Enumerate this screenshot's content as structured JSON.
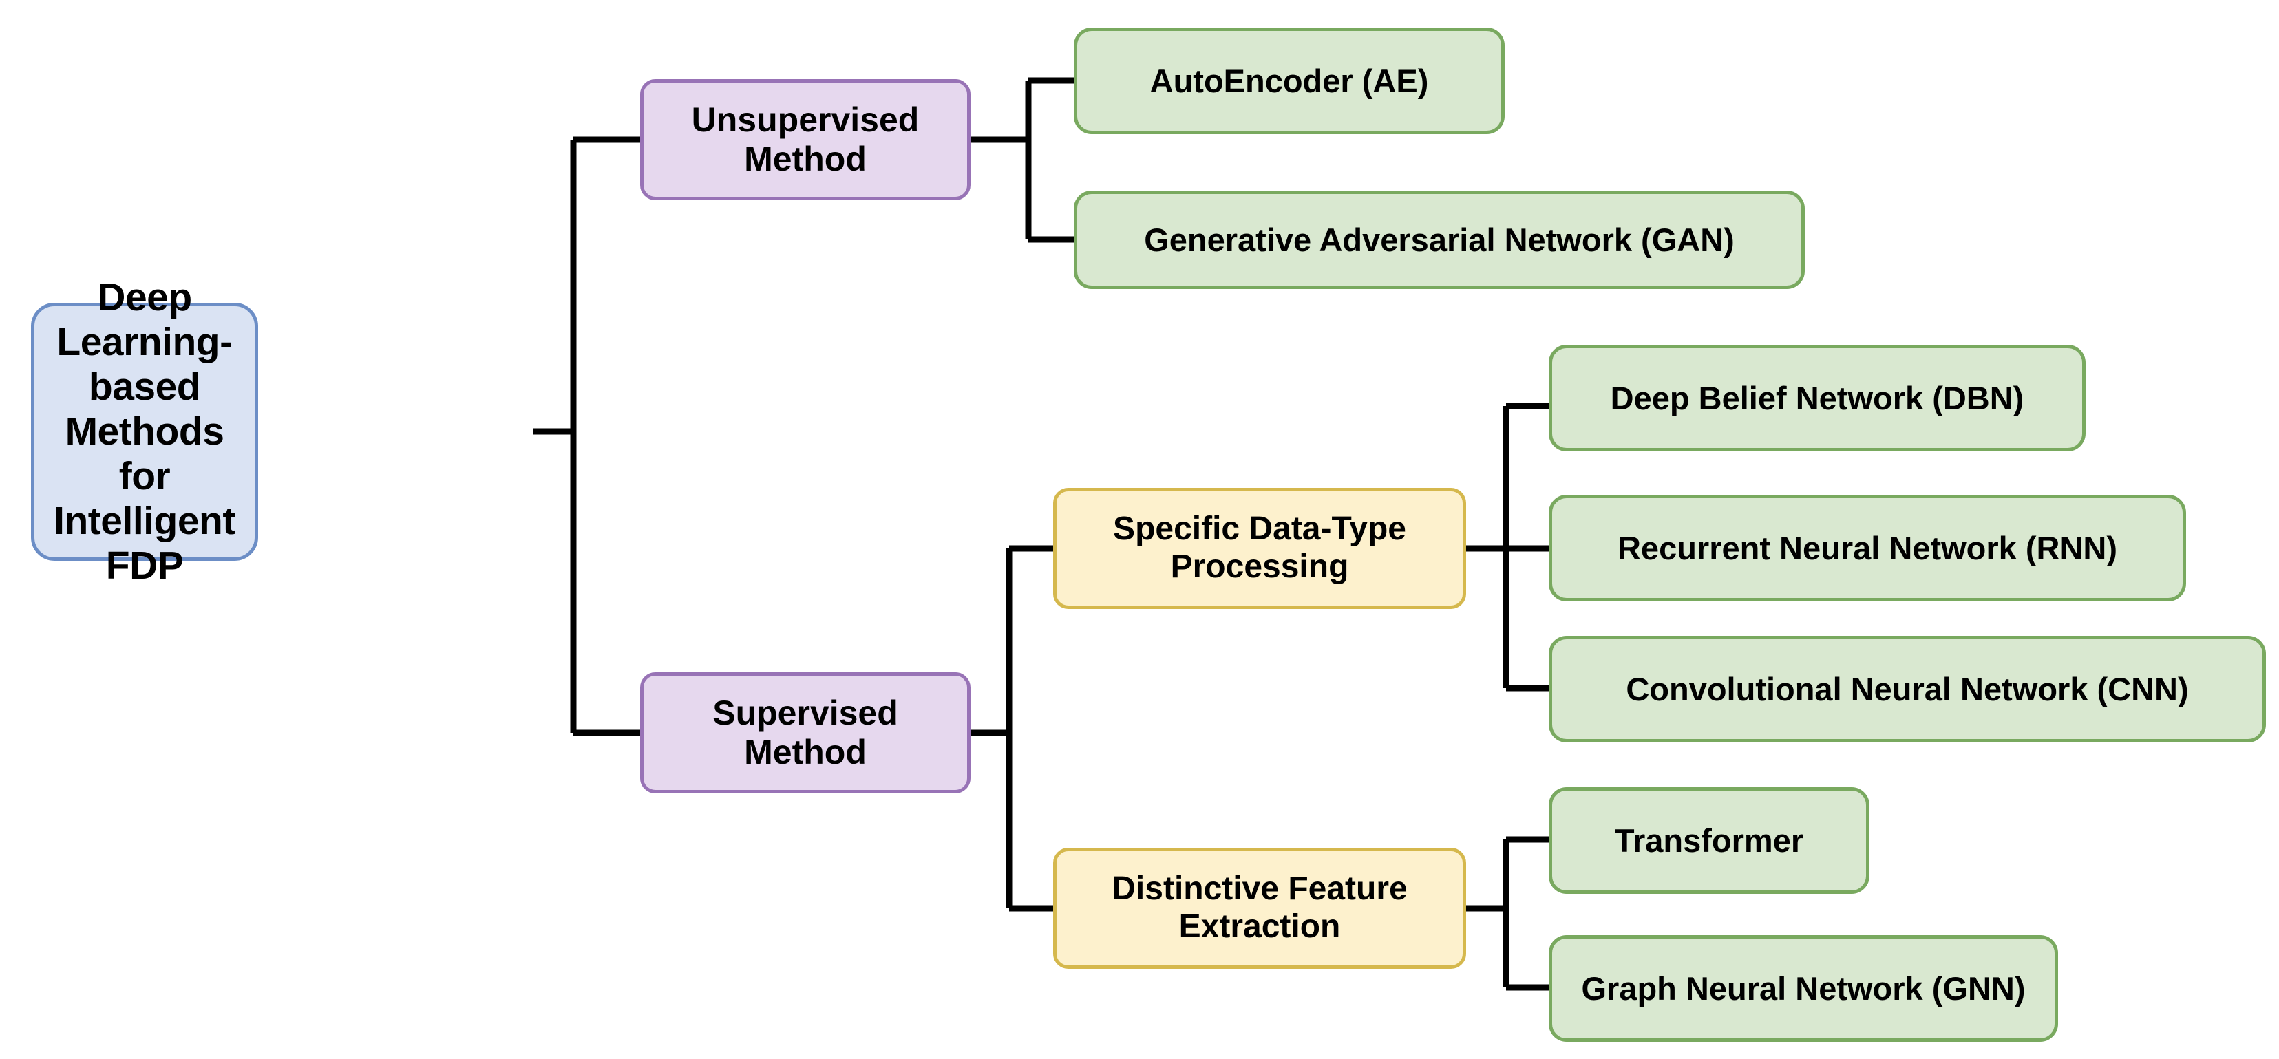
{
  "diagram": {
    "title_node": {
      "id": "root",
      "label": "Deep Learning-\nbased Methods for\nIntelligent FDP",
      "kind": "root",
      "fill": "#dae3f3",
      "stroke": "#6c8ec6"
    },
    "categories": [
      {
        "id": "unsupervised",
        "label": "Unsupervised\nMethod",
        "kind": "category",
        "fill": "#e6d8ee",
        "stroke": "#9873b6"
      },
      {
        "id": "supervised",
        "label": "Supervised\nMethod",
        "kind": "category",
        "fill": "#e6d8ee",
        "stroke": "#9873b6"
      }
    ],
    "subcategories": [
      {
        "id": "specific-data-type",
        "label": "Specific Data-Type\nProcessing",
        "kind": "subcategory",
        "fill": "#fdf1cd",
        "stroke": "#d5b84d"
      },
      {
        "id": "distinctive-feature",
        "label": "Distinctive Feature\nExtraction",
        "kind": "subcategory",
        "fill": "#fdf1cd",
        "stroke": "#d5b84d"
      }
    ],
    "leaves": [
      {
        "id": "ae",
        "label": "AutoEncoder (AE)",
        "parent": "unsupervised"
      },
      {
        "id": "gan",
        "label": "Generative Adversarial Network (GAN)",
        "parent": "unsupervised"
      },
      {
        "id": "dbn",
        "label": "Deep Belief Network (DBN)",
        "parent": "specific-data-type"
      },
      {
        "id": "rnn",
        "label": "Recurrent Neural Network (RNN)",
        "parent": "specific-data-type"
      },
      {
        "id": "cnn",
        "label": "Convolutional Neural Network (CNN)",
        "parent": "specific-data-type"
      },
      {
        "id": "transformer",
        "label": "Transformer",
        "parent": "distinctive-feature"
      },
      {
        "id": "gnn",
        "label": "Graph Neural Network (GNN)",
        "parent": "distinctive-feature"
      }
    ],
    "leaf_style": {
      "fill": "#d9e8d0",
      "stroke": "#79a95f"
    },
    "connector_color": "#000000",
    "background": "#ffffff"
  }
}
